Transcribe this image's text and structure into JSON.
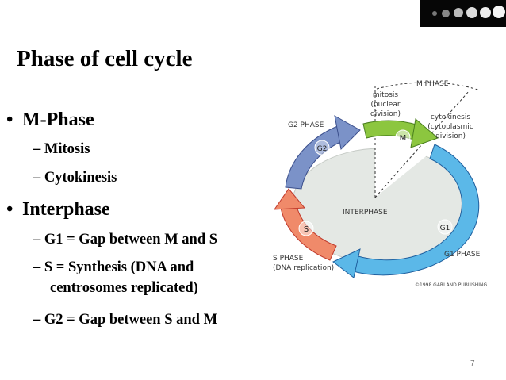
{
  "slide": {
    "title": "Phase of cell cycle",
    "page_number": "7"
  },
  "bullets": [
    {
      "text": "M-Phase",
      "level": 1
    },
    {
      "text": "– Mitosis",
      "level": 2
    },
    {
      "text": "– Cytokinesis",
      "level": 2
    },
    {
      "text": "Interphase",
      "level": 1
    },
    {
      "text": "– G1 = Gap between M and S",
      "level": 2
    },
    {
      "text": "– S = Synthesis (DNA and",
      "level": 2
    },
    {
      "text": "centrosomes replicated)",
      "level": 2
    },
    {
      "text": "– G2 = Gap between S and M",
      "level": 2
    }
  ],
  "diagram": {
    "m_phase_label": "M PHASE",
    "mitosis_lines": [
      "mitosis",
      "(nuclear",
      "division)"
    ],
    "cytokinesis_lines": [
      "cytokinesis",
      "(cytoplasmic",
      "division)"
    ],
    "g2_phase_label": "G2 PHASE",
    "g2_badge": "G2",
    "m_badge": "M",
    "interphase_label": "INTERPHASE",
    "s_badge": "S",
    "g1_badge": "G1",
    "s_phase_lines": [
      "S PHASE",
      "(DNA replication)"
    ],
    "g1_phase_label": "G1 PHASE",
    "copyright": "©1998 GARLAND PUBLISHING",
    "colors": {
      "m": "#8cc63f",
      "g1": "#5bb8e8",
      "s": "#f08a6a",
      "g2": "#7b92c8",
      "interphase_fill": "#e4e8e4"
    }
  }
}
